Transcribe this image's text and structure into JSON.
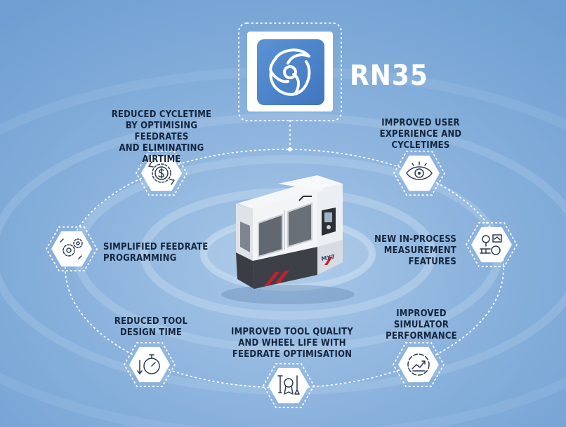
{
  "product": {
    "name": "RN35",
    "logo_icon": "swirl-fan-icon"
  },
  "machine": {
    "badge": "MX7",
    "icon": "cnc-grinding-machine"
  },
  "features": [
    {
      "id": "cycletime",
      "label": "REDUCED CYCLETIME\nBY OPTIMISING FEEDRATES\nAND ELIMINATING AIRTIME",
      "icon": "gear-dollar-cycle-icon"
    },
    {
      "id": "user-experience",
      "label": "IMPROVED USER\nEXPERIENCE AND CYCLETIMES",
      "icon": "eye-icon"
    },
    {
      "id": "feedrate-programming",
      "label": "SIMPLIFIED FEEDRATE\nPROGRAMMING",
      "icon": "gears-icon"
    },
    {
      "id": "measurement",
      "label": "NEW IN-PROCESS\nMEASUREMENT\nFEATURES",
      "icon": "measurement-tools-icon"
    },
    {
      "id": "tool-design",
      "label": "REDUCED TOOL\nDESIGN TIME",
      "icon": "stopwatch-icon"
    },
    {
      "id": "tool-quality",
      "label": "IMPROVED TOOL QUALITY\nAND WHEEL LIFE WITH\nFEEDRATE OPTIMISATION",
      "icon": "tools-award-icon"
    },
    {
      "id": "simulator",
      "label": "IMPROVED\nSIMULATOR\nPERFORMANCE",
      "icon": "chart-cycle-icon"
    }
  ],
  "colors": {
    "background": "#7ea9d7",
    "accent": "#4f86cc",
    "text": "#14253d",
    "machine_red": "#c8202c"
  }
}
